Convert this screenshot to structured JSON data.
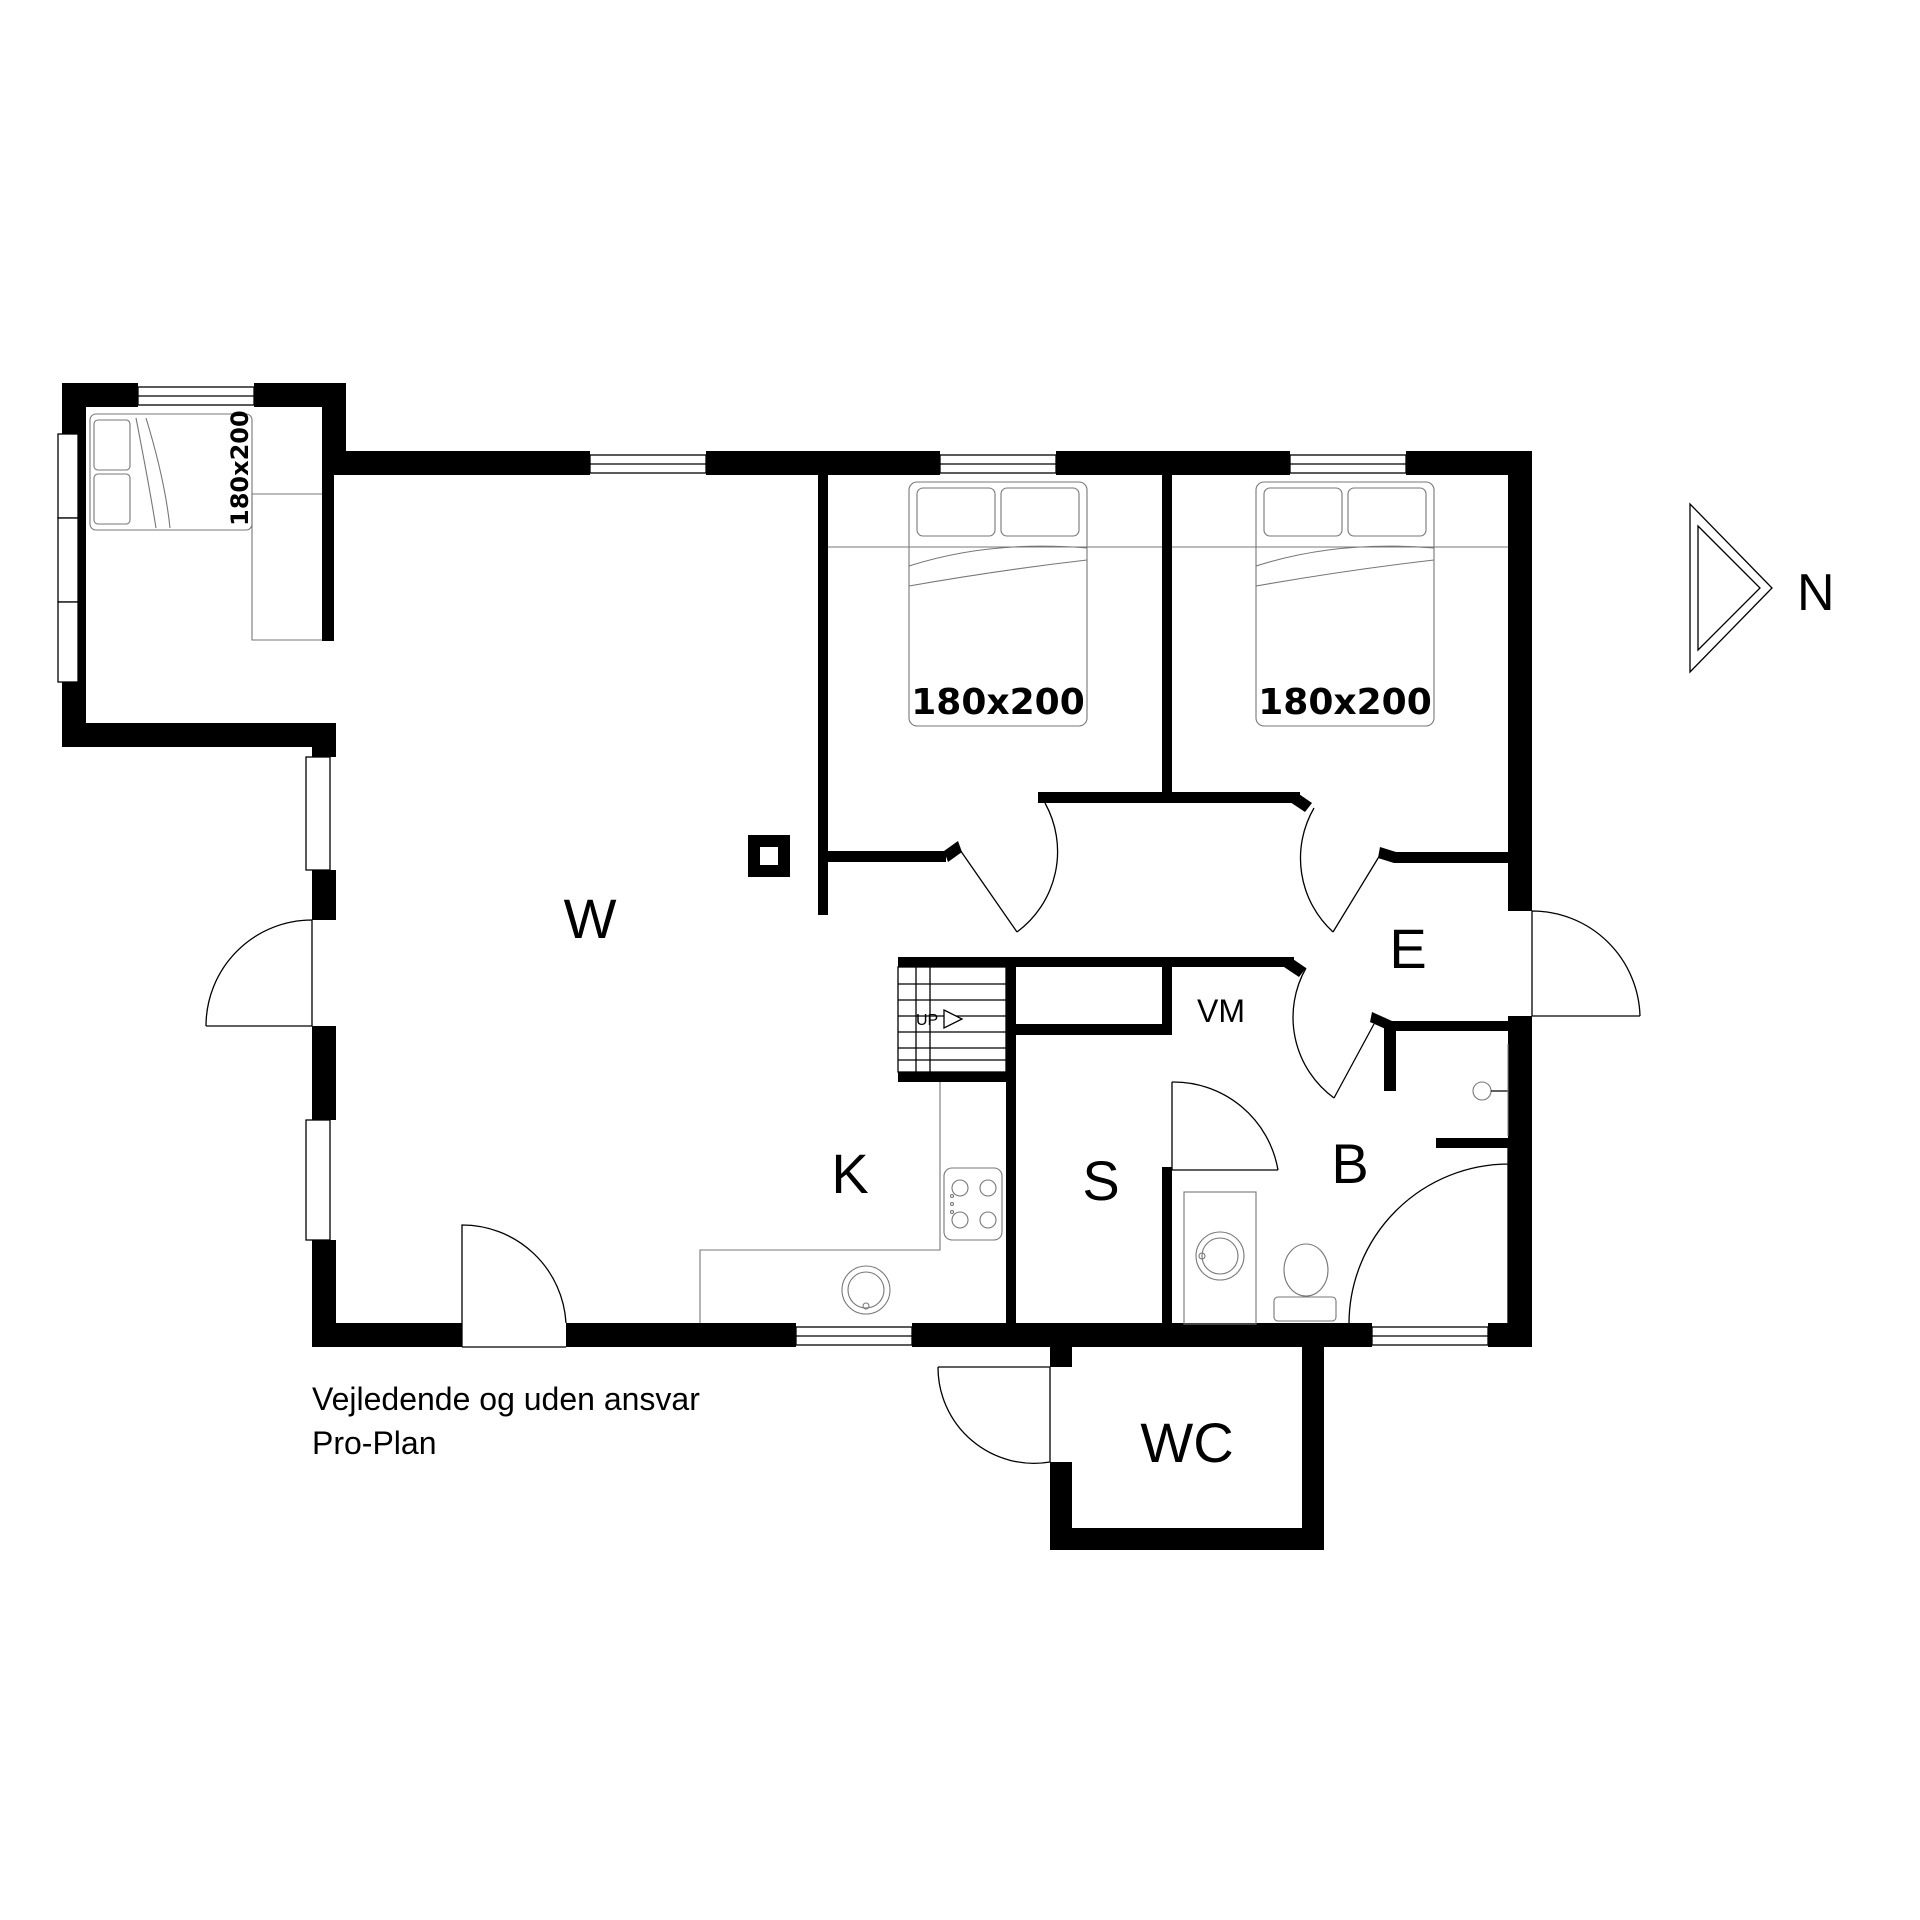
{
  "rooms": {
    "w": "W",
    "k": "K",
    "s": "S",
    "b": "B",
    "e": "E",
    "vm": "VM",
    "wc": "WC"
  },
  "beds": {
    "bedroom_1": "180x200",
    "bedroom_2": "180x200",
    "annex": "180x200"
  },
  "stairs": {
    "label": "UP"
  },
  "compass": {
    "label": "N"
  },
  "footer": {
    "disclaimer": "Vejledende og uden ansvar",
    "author": "Pro-Plan"
  }
}
